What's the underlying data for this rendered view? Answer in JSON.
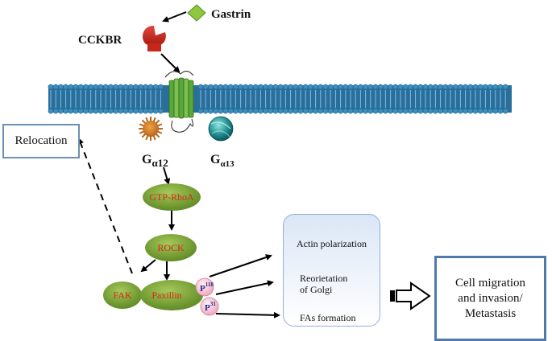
{
  "ligand": {
    "label": "Gastrin",
    "color": "#8dc63f"
  },
  "receptor": {
    "label": "CCKBR",
    "color": "#d8261b"
  },
  "g_proteins": {
    "g12": {
      "base": "G",
      "sub": "α12"
    },
    "g13": {
      "base": "G",
      "sub": "α13"
    }
  },
  "nodes": {
    "gtp_rhoa": "GTP-RhoA",
    "rock": "ROCK",
    "fak": "FAK",
    "paxillin": "Paxillin"
  },
  "phospho": {
    "p118": {
      "base": "P",
      "sup": "118"
    },
    "p31": {
      "base": "P",
      "sup": "31"
    }
  },
  "relocation": "Relocation",
  "effects": {
    "actin": "Actin polarization",
    "golgi_1": "Reorietation",
    "golgi_2": "of Golgi",
    "fas": "FAs formation"
  },
  "outcome": {
    "line1": "Cell migration",
    "line2": "and invasion/",
    "line3": "Metastasis"
  },
  "colors": {
    "node_fill": "#7ea83a",
    "node_text": "#d8261b",
    "membrane": "#3a8fc0",
    "box_border": "#4f79a8"
  }
}
